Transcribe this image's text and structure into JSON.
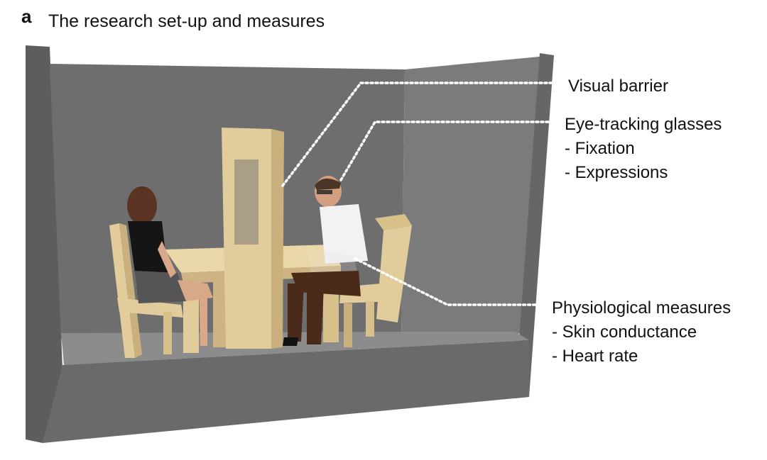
{
  "figure": {
    "panel_letter": "a",
    "title": "The research set-up and measures"
  },
  "labels": {
    "visual_barrier": "Visual barrier",
    "eye_tracking": {
      "title": "Eye-tracking glasses",
      "items": [
        "- Fixation",
        "- Expressions"
      ]
    },
    "physiological": {
      "title": "Physiological measures",
      "items": [
        "- Skin conductance",
        "- Heart rate"
      ]
    }
  },
  "colors": {
    "room_wall": "#6d6d6d",
    "room_wall_right": "#787878",
    "room_floor": "#8a8a8a",
    "furniture": "#e2cc9c",
    "furniture_shade": "#c9b07c",
    "leader_line": "#ffffff"
  }
}
